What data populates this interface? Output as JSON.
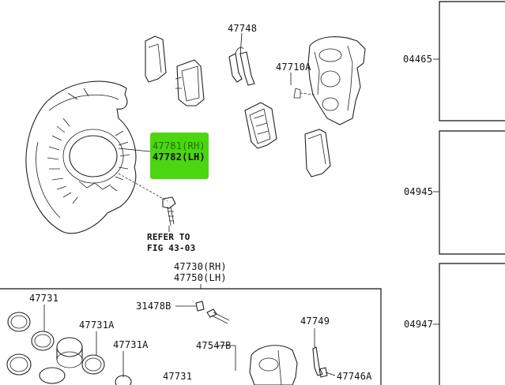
{
  "highlight_color": "#4cd611",
  "labels": {
    "p47748": "47748",
    "p47710a": "47710A",
    "p04465": "04465",
    "p47781": "47781(RH)",
    "p47782": "47782(LH)",
    "p04945": "04945",
    "refer_to": "REFER TO",
    "fig": "FIG 43-03",
    "p47730": "47730(RH)",
    "p47750": "47750(LH)",
    "p47731_top": "47731",
    "p31478b": "31478B",
    "p47731a_1": "47731A",
    "p47749": "47749",
    "p04947": "04947",
    "p47731a_2": "47731A",
    "p47547b": "47547B",
    "p47731_bottom": "47731",
    "p47746a": "47746A"
  }
}
